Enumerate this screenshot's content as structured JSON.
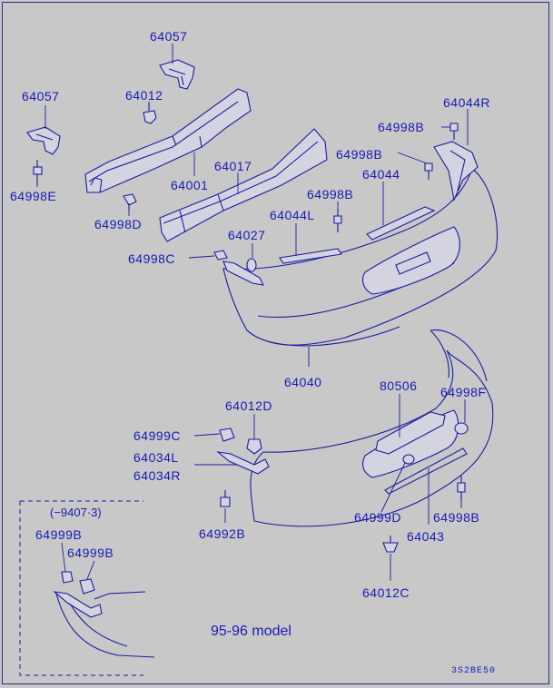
{
  "labels": {
    "p64057_top": "64057",
    "p64057_left": "64057",
    "p64012": "64012",
    "p64044R": "64044R",
    "p64998B_1": "64998B",
    "p64998B_2": "64998B",
    "p64998B_3": "64998B",
    "p64998B_4": "64998B",
    "p64017": "64017",
    "p64044": "64044",
    "p64001": "64001",
    "p64998E": "64998E",
    "p64998D": "64998D",
    "p64044L": "64044L",
    "p64027": "64027",
    "p64998C": "64998C",
    "p64040": "64040",
    "p80506": "80506",
    "p64012D": "64012D",
    "p64998F": "64998F",
    "p64999C": "64999C",
    "p64034L": "64034L",
    "p64034R": "64034R",
    "p64999D": "64999D",
    "p64043": "64043",
    "p64992B": "64992B",
    "p64012C": "64012C",
    "p64999B_1": "64999B",
    "p64999B_2": "64999B",
    "inset_range": "(−9407·3)",
    "model_note": "95-96 model",
    "diagram_code": "3S2BE50"
  }
}
